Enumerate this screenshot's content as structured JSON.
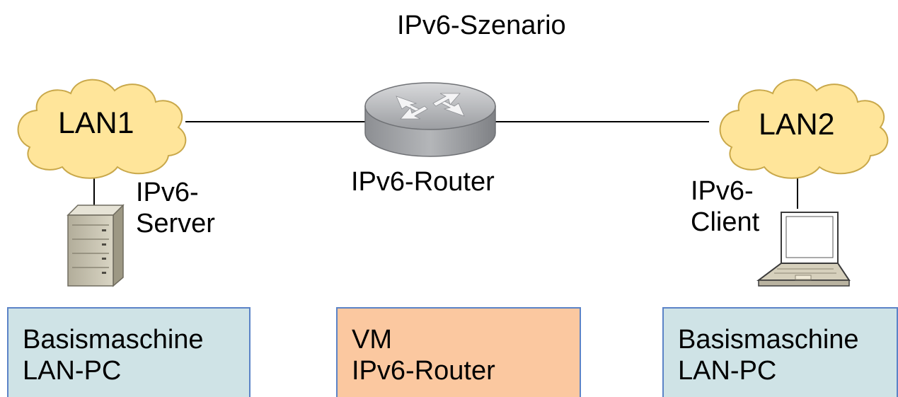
{
  "title": "IPv6-Szenario",
  "nodes": {
    "lan1": {
      "label": "LAN1"
    },
    "lan2": {
      "label": "LAN2"
    },
    "router": {
      "label": "IPv6-Router"
    },
    "server": {
      "label_line1": "IPv6-",
      "label_line2": "Server"
    },
    "client": {
      "label_line1": "IPv6-",
      "label_line2": "Client"
    }
  },
  "boxes": [
    {
      "line1": "Basismaschine",
      "line2": "LAN-PC",
      "fill": "#cfe3e6"
    },
    {
      "line1": "VM",
      "line2": "IPv6-Router",
      "fill": "#fbc8a0"
    },
    {
      "line1": "Basismaschine",
      "line2": "LAN-PC",
      "fill": "#cfe3e6"
    }
  ],
  "colors": {
    "cloud_fill": "#ffe59a",
    "cloud_stroke": "#c9a84a",
    "router_body": "#a9abae",
    "box_border": "#5b83c7"
  }
}
